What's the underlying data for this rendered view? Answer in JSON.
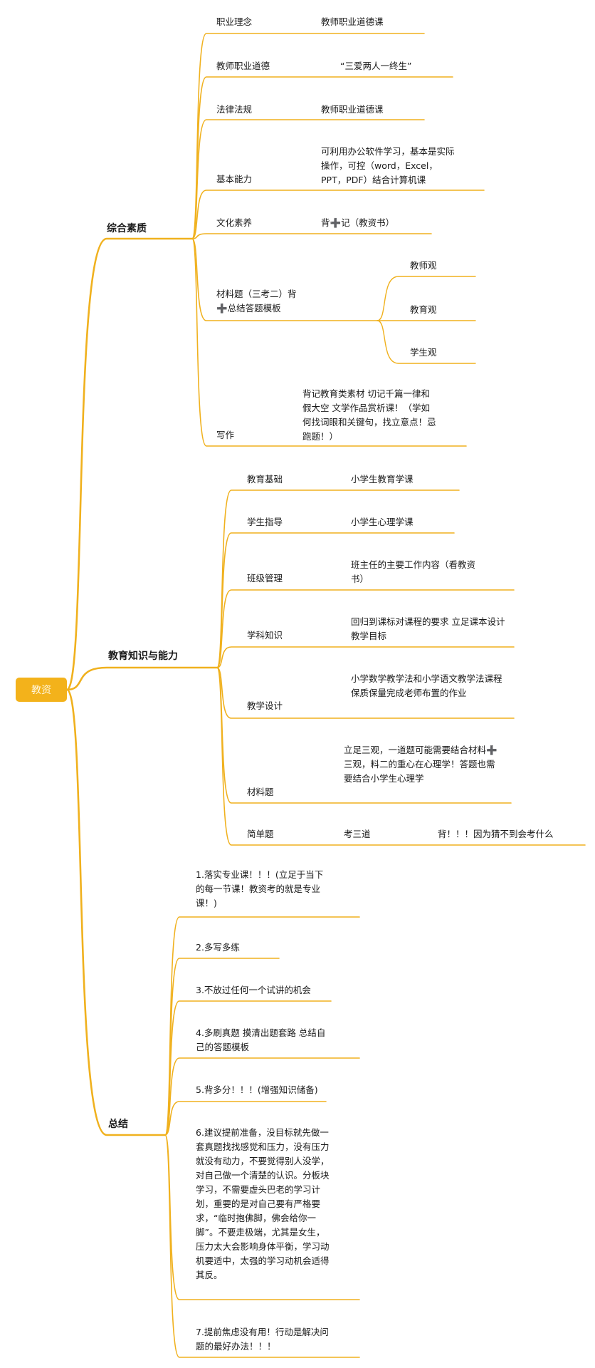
{
  "root": {
    "label": "教资",
    "color": "#f3b21b"
  },
  "line_color": "#f0b11e",
  "branches": [
    {
      "label": "综合素质",
      "children": [
        {
          "label": "职业理念",
          "note": "教师职业道德课"
        },
        {
          "label": "教师职业道德",
          "note": "“三爱两人一终生”"
        },
        {
          "label": "法律法规",
          "note": "教师职业道德课"
        },
        {
          "label": "基本能力",
          "note": "可利用办公软件学习，基本是实际操作，可控（word，Excel，PPT，PDF）结合计算机课"
        },
        {
          "label": "文化素养",
          "note": "背➕记（教资书）"
        },
        {
          "label": "材料题（三考二）背➕总结答题模板",
          "subs": [
            "教师观",
            "教育观",
            "学生观"
          ]
        },
        {
          "label": "写作",
          "note": "背记教育类素材 切记千篇一律和假大空 文学作品赏析课！（学如何找词眼和关键句，找立意点！忌跑题！）"
        }
      ]
    },
    {
      "label": "教育知识与能力",
      "children": [
        {
          "label": "教育基础",
          "note": "小学生教育学课"
        },
        {
          "label": "学生指导",
          "note": "小学生心理学课"
        },
        {
          "label": "班级管理",
          "note": "班主任的主要工作内容（看教资书）"
        },
        {
          "label": "学科知识",
          "note": "回归到课标对课程的要求 立足课本设计教学目标"
        },
        {
          "label": "教学设计",
          "note": "小学数学教学法和小学语文教学法课程 保质保量完成老师布置的作业"
        },
        {
          "label": "材料题",
          "note": "立足三观，一道题可能需要结合材料➕三观，料二的重心在心理学！答题也需要结合小学生心理学"
        },
        {
          "label": "简单题",
          "note": "考三道",
          "note2": "背！！！因为猜不到会考什么"
        }
      ]
    },
    {
      "label": "总结",
      "children": [
        {
          "label": "1.落实专业课！！！(立足于当下的每一节课！教资考的就是专业课！)"
        },
        {
          "label": "2.多写多练"
        },
        {
          "label": "3.不放过任何一个试讲的机会"
        },
        {
          "label": "4.多刷真题 摸清出题套路 总结自己的答题模板"
        },
        {
          "label": "5.背多分！！！(增强知识储备)"
        },
        {
          "label": "6.建议提前准备，没目标就先做一套真题找找感觉和压力，没有压力就没有动力，不要觉得别人没学，对自己做一个清楚的认识。分板块学习，不需要虚头巴老的学习计划，重要的是对自己要有严格要求，“临时抱佛脚，佛会给你一脚”。不要走极端，尤其是女生，压力太大会影响身体平衡，学习动机要适中，太强的学习动机会适得其反。"
        },
        {
          "label": "7.提前焦虑没有用！行动是解决问题的最好办法！！！"
        }
      ]
    }
  ]
}
